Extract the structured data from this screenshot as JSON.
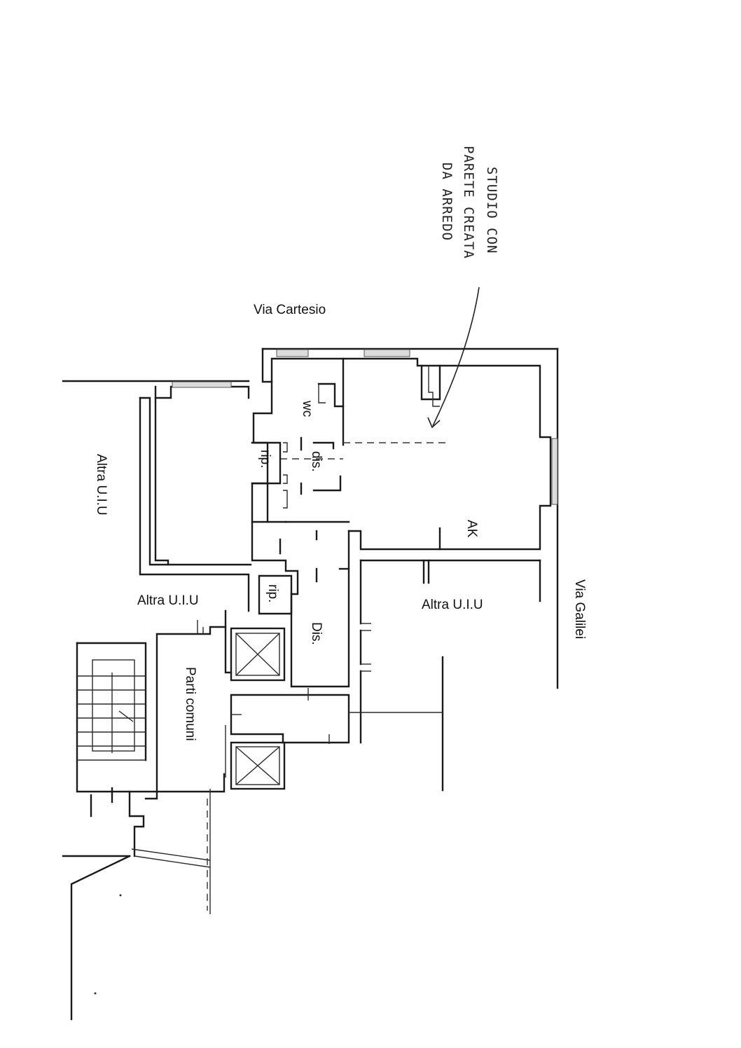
{
  "labels": {
    "street_top": "Via Cartesio",
    "street_right": "Via Galilei",
    "other_unit_left": "Altra U.I.U",
    "other_unit_bottom_left": "Altra U.I.U",
    "other_unit_right": "Altra U.I.U",
    "wc": "wc",
    "dis_small": "dis.",
    "rip_top": "rip.",
    "rip_bottom": "rip.",
    "dis_large": "Dis.",
    "ak": "AK",
    "common_parts": "Parti comuni"
  },
  "annotation": {
    "line1": "STUDIO CON",
    "line2": "PARETE CREATA",
    "line3": "DA ARREDO"
  }
}
